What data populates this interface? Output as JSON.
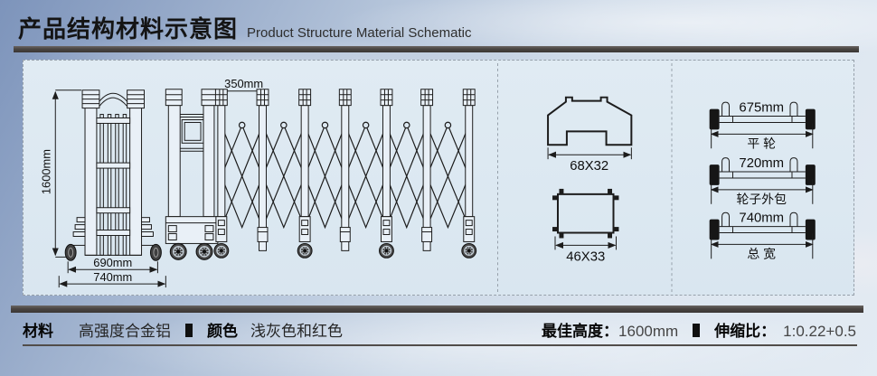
{
  "header": {
    "title_zh": "产品结构材料示意图",
    "title_en": "Product Structure Material Schematic"
  },
  "panel": {
    "front_view": {
      "height": "1600mm",
      "inner_width": "690mm",
      "outer_width": "740mm"
    },
    "side_view": {
      "post_pitch": "350mm"
    },
    "profiles": {
      "rail": "68X32",
      "picket": "46X33"
    },
    "wheel_specs": [
      {
        "dim": "675mm",
        "name": "平 轮"
      },
      {
        "dim": "720mm",
        "name": "轮子外包"
      },
      {
        "dim": "740mm",
        "name": "总 宽"
      }
    ]
  },
  "footer": {
    "material_label": "材料",
    "material_value": "高强度合金铝",
    "color_label": "颜色",
    "color_value": "浅灰色和红色",
    "height_label": "最佳高度：",
    "height_value": "1600mm",
    "ratio_label": "伸缩比：",
    "ratio_value": "1:0.22+0.5"
  },
  "colors": {
    "sky_top": "#7d94bb",
    "panel_bg": "#dde9f2",
    "dark_bar": "#47423f",
    "line": "#1c1c1c"
  }
}
